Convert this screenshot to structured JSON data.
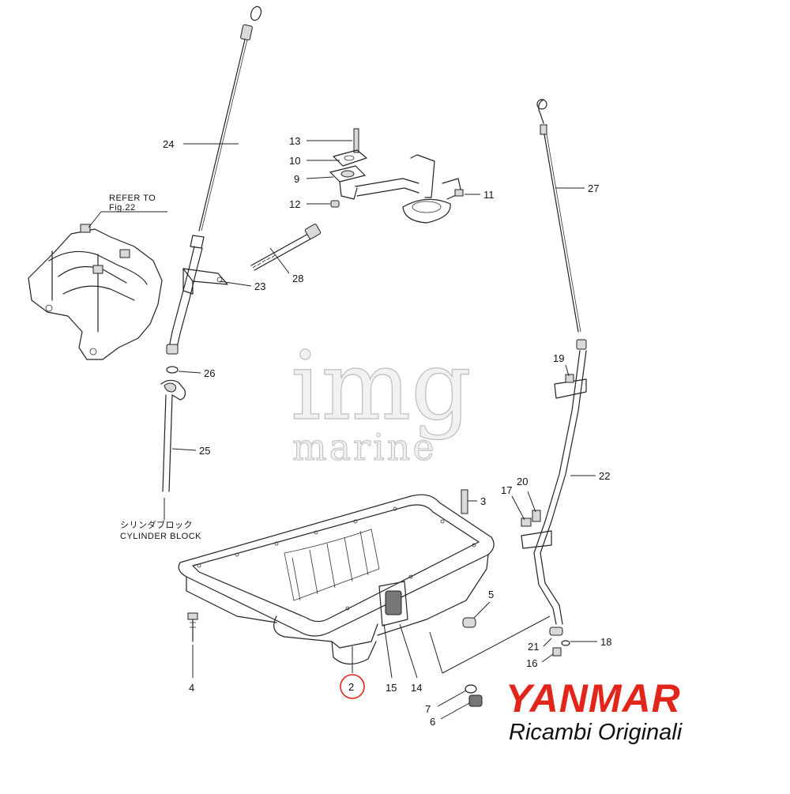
{
  "colors": {
    "brand_red": "#e1251b",
    "highlight_circle": "#e1251b",
    "line": "#222222",
    "watermark": "#bdbdbd"
  },
  "watermark": {
    "line1": "img",
    "line2": "marine"
  },
  "brand": {
    "name": "YANMAR",
    "subtitle": "Ricambi Originali"
  },
  "notes": {
    "refer_line1": "REFER TO",
    "refer_line2": "Fig.22",
    "block_jp": "シリンダブロック",
    "block_en": "CYLINDER BLOCK"
  },
  "callouts": [
    {
      "id": "c24",
      "label": "24"
    },
    {
      "id": "c13",
      "label": "13"
    },
    {
      "id": "c10",
      "label": "10"
    },
    {
      "id": "c9",
      "label": "9"
    },
    {
      "id": "c12",
      "label": "12"
    },
    {
      "id": "c11",
      "label": "11"
    },
    {
      "id": "c27",
      "label": "27"
    },
    {
      "id": "c28",
      "label": "28"
    },
    {
      "id": "c23",
      "label": "23"
    },
    {
      "id": "c26",
      "label": "26"
    },
    {
      "id": "c25",
      "label": "25"
    },
    {
      "id": "c19",
      "label": "19"
    },
    {
      "id": "c22",
      "label": "22"
    },
    {
      "id": "c17",
      "label": "17"
    },
    {
      "id": "c20",
      "label": "20"
    },
    {
      "id": "c3",
      "label": "3"
    },
    {
      "id": "c5",
      "label": "5"
    },
    {
      "id": "c4",
      "label": "4"
    },
    {
      "id": "c2",
      "label": "2",
      "highlighted": true
    },
    {
      "id": "c15",
      "label": "15"
    },
    {
      "id": "c14",
      "label": "14"
    },
    {
      "id": "c21",
      "label": "21"
    },
    {
      "id": "c18",
      "label": "18"
    },
    {
      "id": "c16",
      "label": "16"
    },
    {
      "id": "c7",
      "label": "7"
    },
    {
      "id": "c6",
      "label": "6"
    }
  ]
}
